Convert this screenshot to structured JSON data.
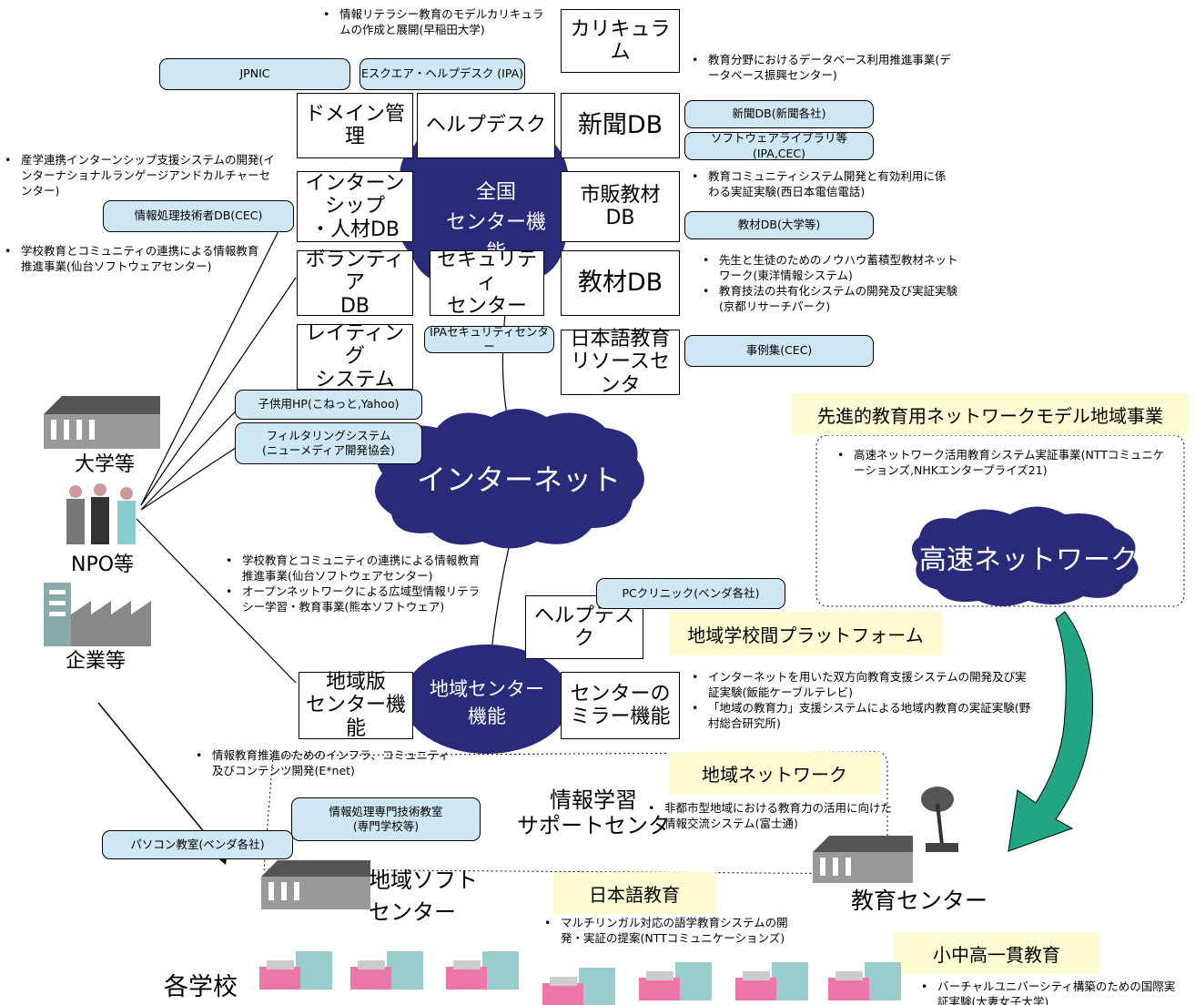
{
  "blobs": {
    "national_center": "全国\nセンター機能",
    "internet": "インターネット",
    "regional_center": "地域センター\n機能",
    "high_speed_network": "高速ネットワーク"
  },
  "top_boxes": {
    "curriculum": "カリキュラム",
    "domain_mgmt": "ドメイン管理",
    "helpdesk": "ヘルプデスク",
    "newspaper_db": "新聞DB",
    "internship_db": "インターンシップ\n・人材DB",
    "commercial_db": "市販教材\nDB",
    "volunteer_db": "ボランティア\nDB",
    "security_center": "セキュリティ\nセンター",
    "teaching_db": "教材DB",
    "rating_system": "レイティング\nシステム",
    "japanese_resource": "日本語教育\nリソースセンタ"
  },
  "lower_boxes": {
    "helpdesk_regional": "ヘルプデスク",
    "regional_center_func": "地域版\nセンター機能",
    "mirror_func": "センターの\nミラー機能"
  },
  "pills": {
    "jpnic": "JPNIC",
    "esquare": "Eスクエア・ヘルプデスク (IPA)",
    "newspaper_companies": "新聞DB(新聞各社)",
    "software_library": "ソフトウェアライブラリ等(IPA,CEC)",
    "it_engineer_db": "情報処理技術者DB(CEC)",
    "materials_db": "教材DB(大学等)",
    "ipa_security": "IPAセキュリティセンター",
    "case_studies": "事例集(CEC)",
    "kids_hp": "子供用HP(こねっと,Yahoo)",
    "filtering": "フィルタリングシステム\n(ニューメディア開発協会)",
    "pc_clinic": "PCクリニック(ベンダ各社)",
    "it_school": "情報処理専門技術教室\n(専門学校等)",
    "pc_class": "パソコン教室(ベンダ各社)"
  },
  "highlights": {
    "advanced_network": "先進的教育用ネットワークモデル地域事業",
    "regional_platform": "地域学校間プラットフォーム",
    "regional_network": "地域ネットワーク",
    "japanese_education": "日本語教育",
    "integrated_education": "小中高一貫教育"
  },
  "bullets": {
    "top_center": [
      "情報リテラシー教育のモデルカリキュラムの作成と展開(早稲田大学)"
    ],
    "right_db": [
      "教育分野におけるデータベース利用推進事業(データベース振興センター)"
    ],
    "left_top": [
      "産学連携インターンシップ支援システムの開発(インターナショナルランゲージアンドカルチャーセンター)"
    ],
    "left_mid": [
      "学校教育とコミュニティの連携による情報教育推進事業(仙台ソフトウェアセンター)"
    ],
    "right_community": [
      "教育コミュニティシステム開発と有効利用に係わる実証実験(西日本電信電話)"
    ],
    "right_knowhow": [
      "先生と生徒のためのノウハウ蓄積型教材ネットワーク(東洋情報システム)",
      "教育技法の共有化システムの開発及び実証実験(京都リサーチパーク)"
    ],
    "high_speed": [
      "高速ネットワーク活用教育システム実証事業(NTTコミュニケーションズ,NHKエンタープライズ21)"
    ],
    "mid_left": [
      "学校教育とコミュニティの連携による情報教育推進事業(仙台ソフトウェアセンター)",
      "オープンネットワークによる広域型情報リテラシー学習・教育事業(熊本ソフトウェア)"
    ],
    "platform": [
      "インターネットを用いた双方向教育支援システムの開発及び実証実験(飯能ケーブルテレビ)",
      "「地域の教育力」支援システムによる地域内教育の実証実験(野村総合研究所)"
    ],
    "infra": [
      "情報教育推進のためのインフラ、コミュニティ及びコンテンツ開発(E*net)"
    ],
    "regional_net": [
      "非都市型地域における教育力の活用に向けた情報交流システム(富士通)"
    ],
    "japanese": [
      "マルチリンガル対応の語学教育システムの開発・実証の提案(NTTコミュニケーションズ)"
    ],
    "virtual_univ": [
      "バーチャルユニバーシティ構築のための国際実証実験(大妻女子大学)"
    ]
  },
  "labels": {
    "university": "大学等",
    "npo": "NPO等",
    "company": "企業等",
    "support_center": "情報学習\nサポートセンタ",
    "regional_software_center": "地域ソフト\nセンター",
    "education_center": "教育センター",
    "schools": "各学校"
  },
  "colors": {
    "blob_fill": "#2a2a7a",
    "pill_fill": "#cfe6f3",
    "highlight_fill": "#fffbd2",
    "arrow_fill": "#22a583"
  },
  "icons": {
    "building": "building-icon",
    "people": "people-icon",
    "factory": "factory-icon",
    "school": "school-icon",
    "antenna": "antenna-icon",
    "arrow": "curved-arrow-icon"
  }
}
